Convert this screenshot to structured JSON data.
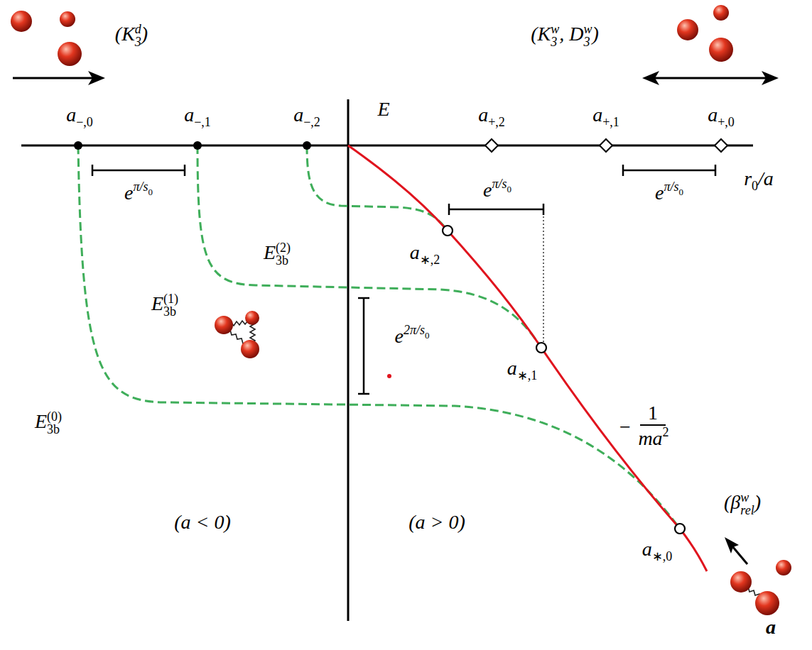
{
  "diagram": {
    "labels": [
      "(K",
      "d",
      "3",
      ")",
      "(K",
      "w",
      "3",
      ", D",
      "w",
      "3",
      ")",
      "a",
      "−,0",
      "a",
      "−,1",
      "a",
      "−,2",
      "E",
      "a",
      "+,2",
      "a",
      "+,1",
      "a",
      "+,0",
      "r",
      "0",
      "/a",
      "e",
      "π/s",
      "0",
      "e",
      "π/s",
      "0",
      "e",
      "π/s",
      "0",
      "E",
      "(2)",
      "3b",
      "E",
      "(1)",
      "3b",
      "E",
      "(0)",
      "3b",
      "a",
      "∗,2",
      "a",
      "∗,1",
      "a",
      "∗,0",
      "e",
      "2π/s",
      "0",
      "−",
      "1",
      "ma",
      "2",
      "(a < 0)",
      "(a > 0)",
      "(β",
      "w",
      "rel",
      ")",
      "a"
    ]
  }
}
